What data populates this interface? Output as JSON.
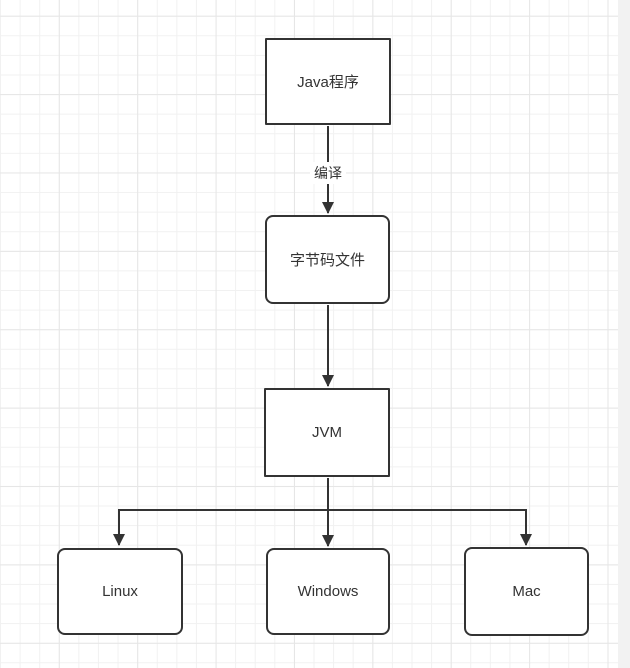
{
  "diagram": {
    "nodes": {
      "java": {
        "label": "Java程序",
        "shape": "rect"
      },
      "bytecode": {
        "label": "字节码文件",
        "shape": "rounded"
      },
      "jvm": {
        "label": "JVM",
        "shape": "rect"
      },
      "linux": {
        "label": "Linux",
        "shape": "rounded"
      },
      "windows": {
        "label": "Windows",
        "shape": "rounded"
      },
      "mac": {
        "label": "Mac",
        "shape": "rounded"
      }
    },
    "edges": [
      {
        "from": "java",
        "to": "bytecode",
        "label": "编译"
      },
      {
        "from": "bytecode",
        "to": "jvm",
        "label": ""
      },
      {
        "from": "jvm",
        "to": "linux",
        "label": ""
      },
      {
        "from": "jvm",
        "to": "windows",
        "label": ""
      },
      {
        "from": "jvm",
        "to": "mac",
        "label": ""
      }
    ],
    "colors": {
      "stroke": "#333333",
      "node_fill": "#ffffff",
      "text": "#333333",
      "grid_minor": "#f1f1f1",
      "grid_major": "#e6e6e6",
      "background": "#ffffff",
      "scrollbar_track": "#f2f2f2"
    }
  }
}
